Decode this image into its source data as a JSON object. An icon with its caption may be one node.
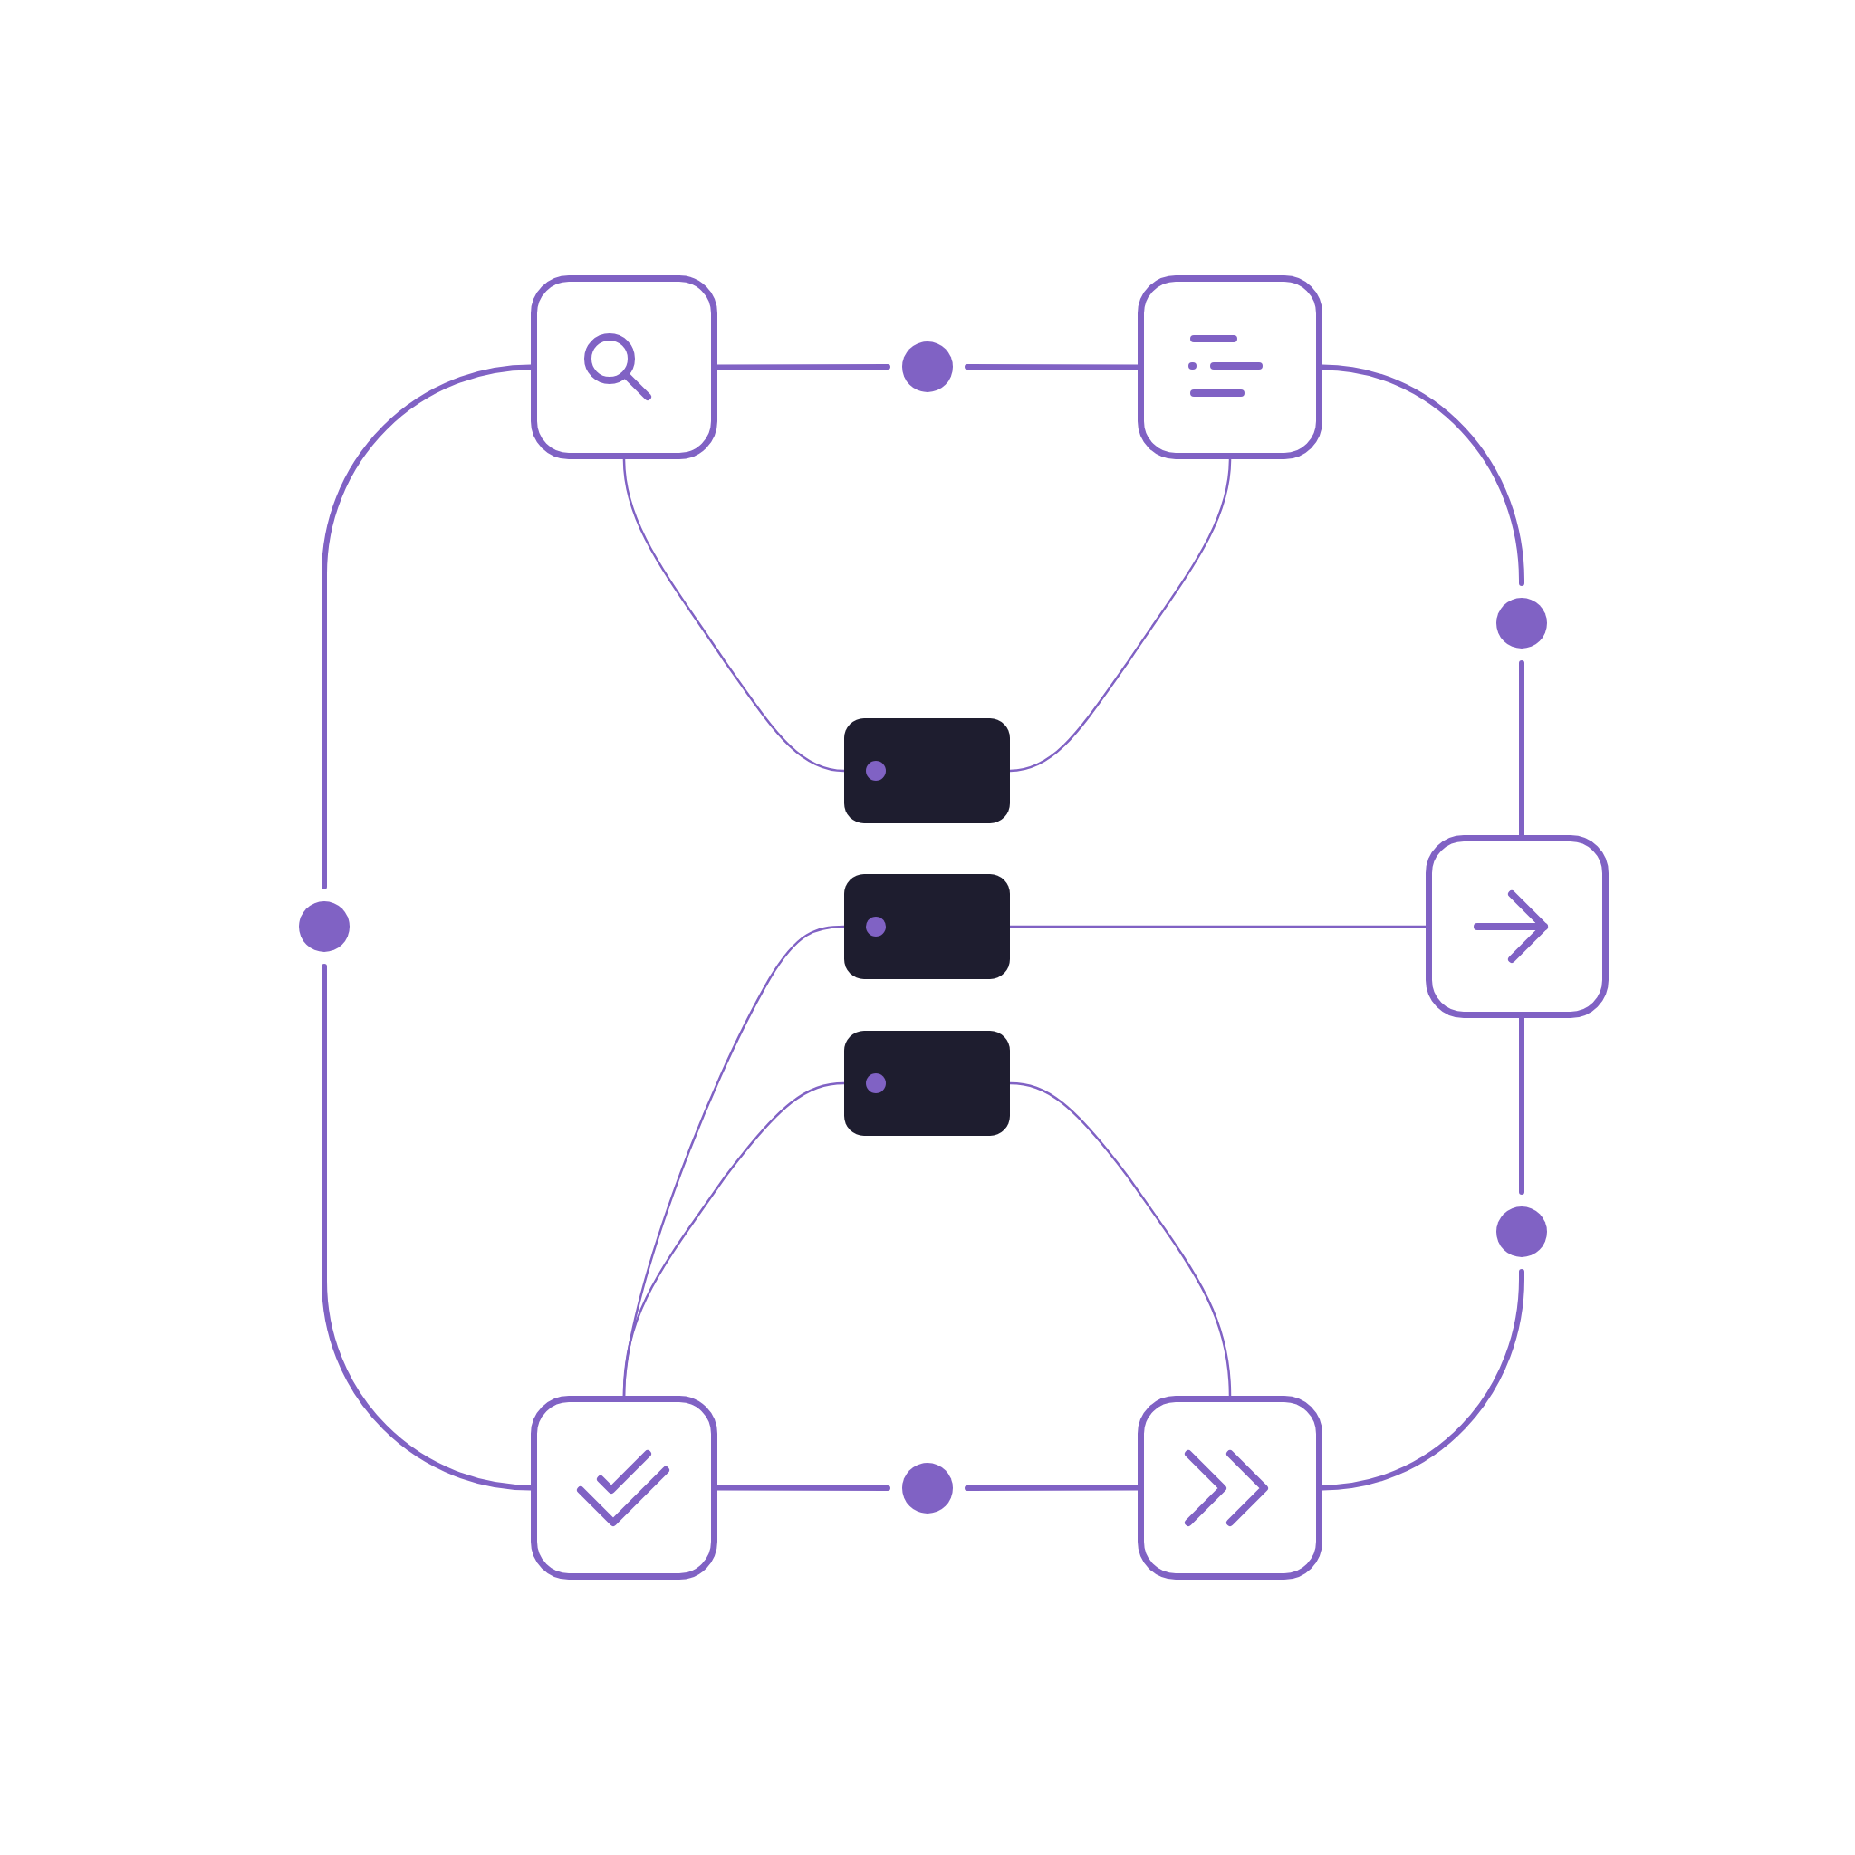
{
  "diagram": {
    "nodes": [
      {
        "text": [],
        "shape": "box"
      },
      {
        "text": [],
        "shape": "circle"
      },
      {
        "text": [],
        "shape": "box"
      },
      {
        "text": [],
        "shape": "circle"
      },
      {
        "text": [],
        "shape": "bar"
      },
      {
        "text": [],
        "shape": "circle"
      },
      {
        "text": [],
        "shape": "bar"
      },
      {
        "text": [],
        "shape": "box"
      },
      {
        "text": [],
        "shape": "bar"
      },
      {
        "text": [],
        "shape": "circle"
      },
      {
        "text": [],
        "shape": "box"
      },
      {
        "text": [],
        "shape": "circle"
      },
      {
        "text": [],
        "shape": "box"
      }
    ],
    "edges": [
      {
        "from": 0,
        "to": 1,
        "arrow": "none"
      },
      {
        "from": 1,
        "to": 2,
        "arrow": "none"
      },
      {
        "from": 2,
        "to": 3,
        "arrow": "none"
      },
      {
        "from": 3,
        "to": 7,
        "arrow": "none"
      },
      {
        "from": 7,
        "to": 9,
        "arrow": "none"
      },
      {
        "from": 9,
        "to": 12,
        "arrow": "none"
      },
      {
        "from": 12,
        "to": 11,
        "arrow": "none"
      },
      {
        "from": 11,
        "to": 10,
        "arrow": "none"
      },
      {
        "from": 10,
        "to": 5,
        "arrow": "none"
      },
      {
        "from": 5,
        "to": 0,
        "arrow": "none"
      },
      {
        "from": 0,
        "to": 4,
        "arrow": "none"
      },
      {
        "from": 2,
        "to": 4,
        "arrow": "none"
      },
      {
        "from": 6,
        "to": 7,
        "arrow": "none"
      },
      {
        "from": 10,
        "to": 6,
        "arrow": "none"
      },
      {
        "from": 10,
        "to": 8,
        "arrow": "none"
      },
      {
        "from": 8,
        "to": 12,
        "arrow": "none"
      }
    ]
  }
}
